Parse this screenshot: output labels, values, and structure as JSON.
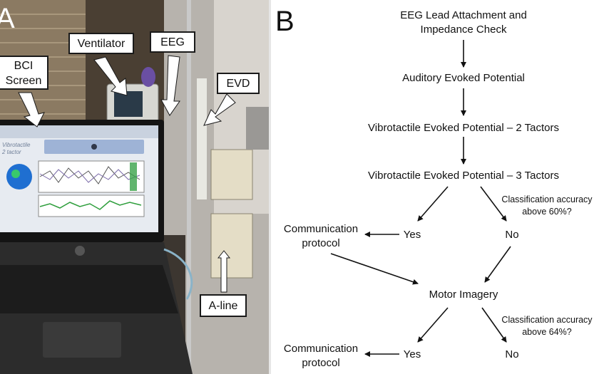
{
  "panel_a": {
    "letter": "A",
    "labels": {
      "bci": "BCI\nScreen",
      "ventilator": "Ventilator",
      "eeg": "EEG",
      "evd": "EVD",
      "aline": "A-line"
    },
    "screen_text": {
      "title_line1": "Vibrotactile",
      "title_line2": "2 tactor"
    }
  },
  "panel_b": {
    "letter": "B",
    "nodes": {
      "eeg_attach": "EEG Lead Attachment and\nImpedance Check",
      "auditory": "Auditory Evoked Potential",
      "vt2": "Vibrotactile Evoked Potential – 2 Tactors",
      "vt3": "Vibrotactile Evoked Potential – 3 Tactors",
      "accuracy60": "Classification accuracy\nabove 60%?",
      "comm1": "Communication\nprotocol",
      "yes1": "Yes",
      "no1": "No",
      "motor": "Motor Imagery",
      "accuracy64": "Classification accuracy\nabove 64%?",
      "comm2": "Communication\nprotocol",
      "yes2": "Yes",
      "no2": "No"
    }
  }
}
